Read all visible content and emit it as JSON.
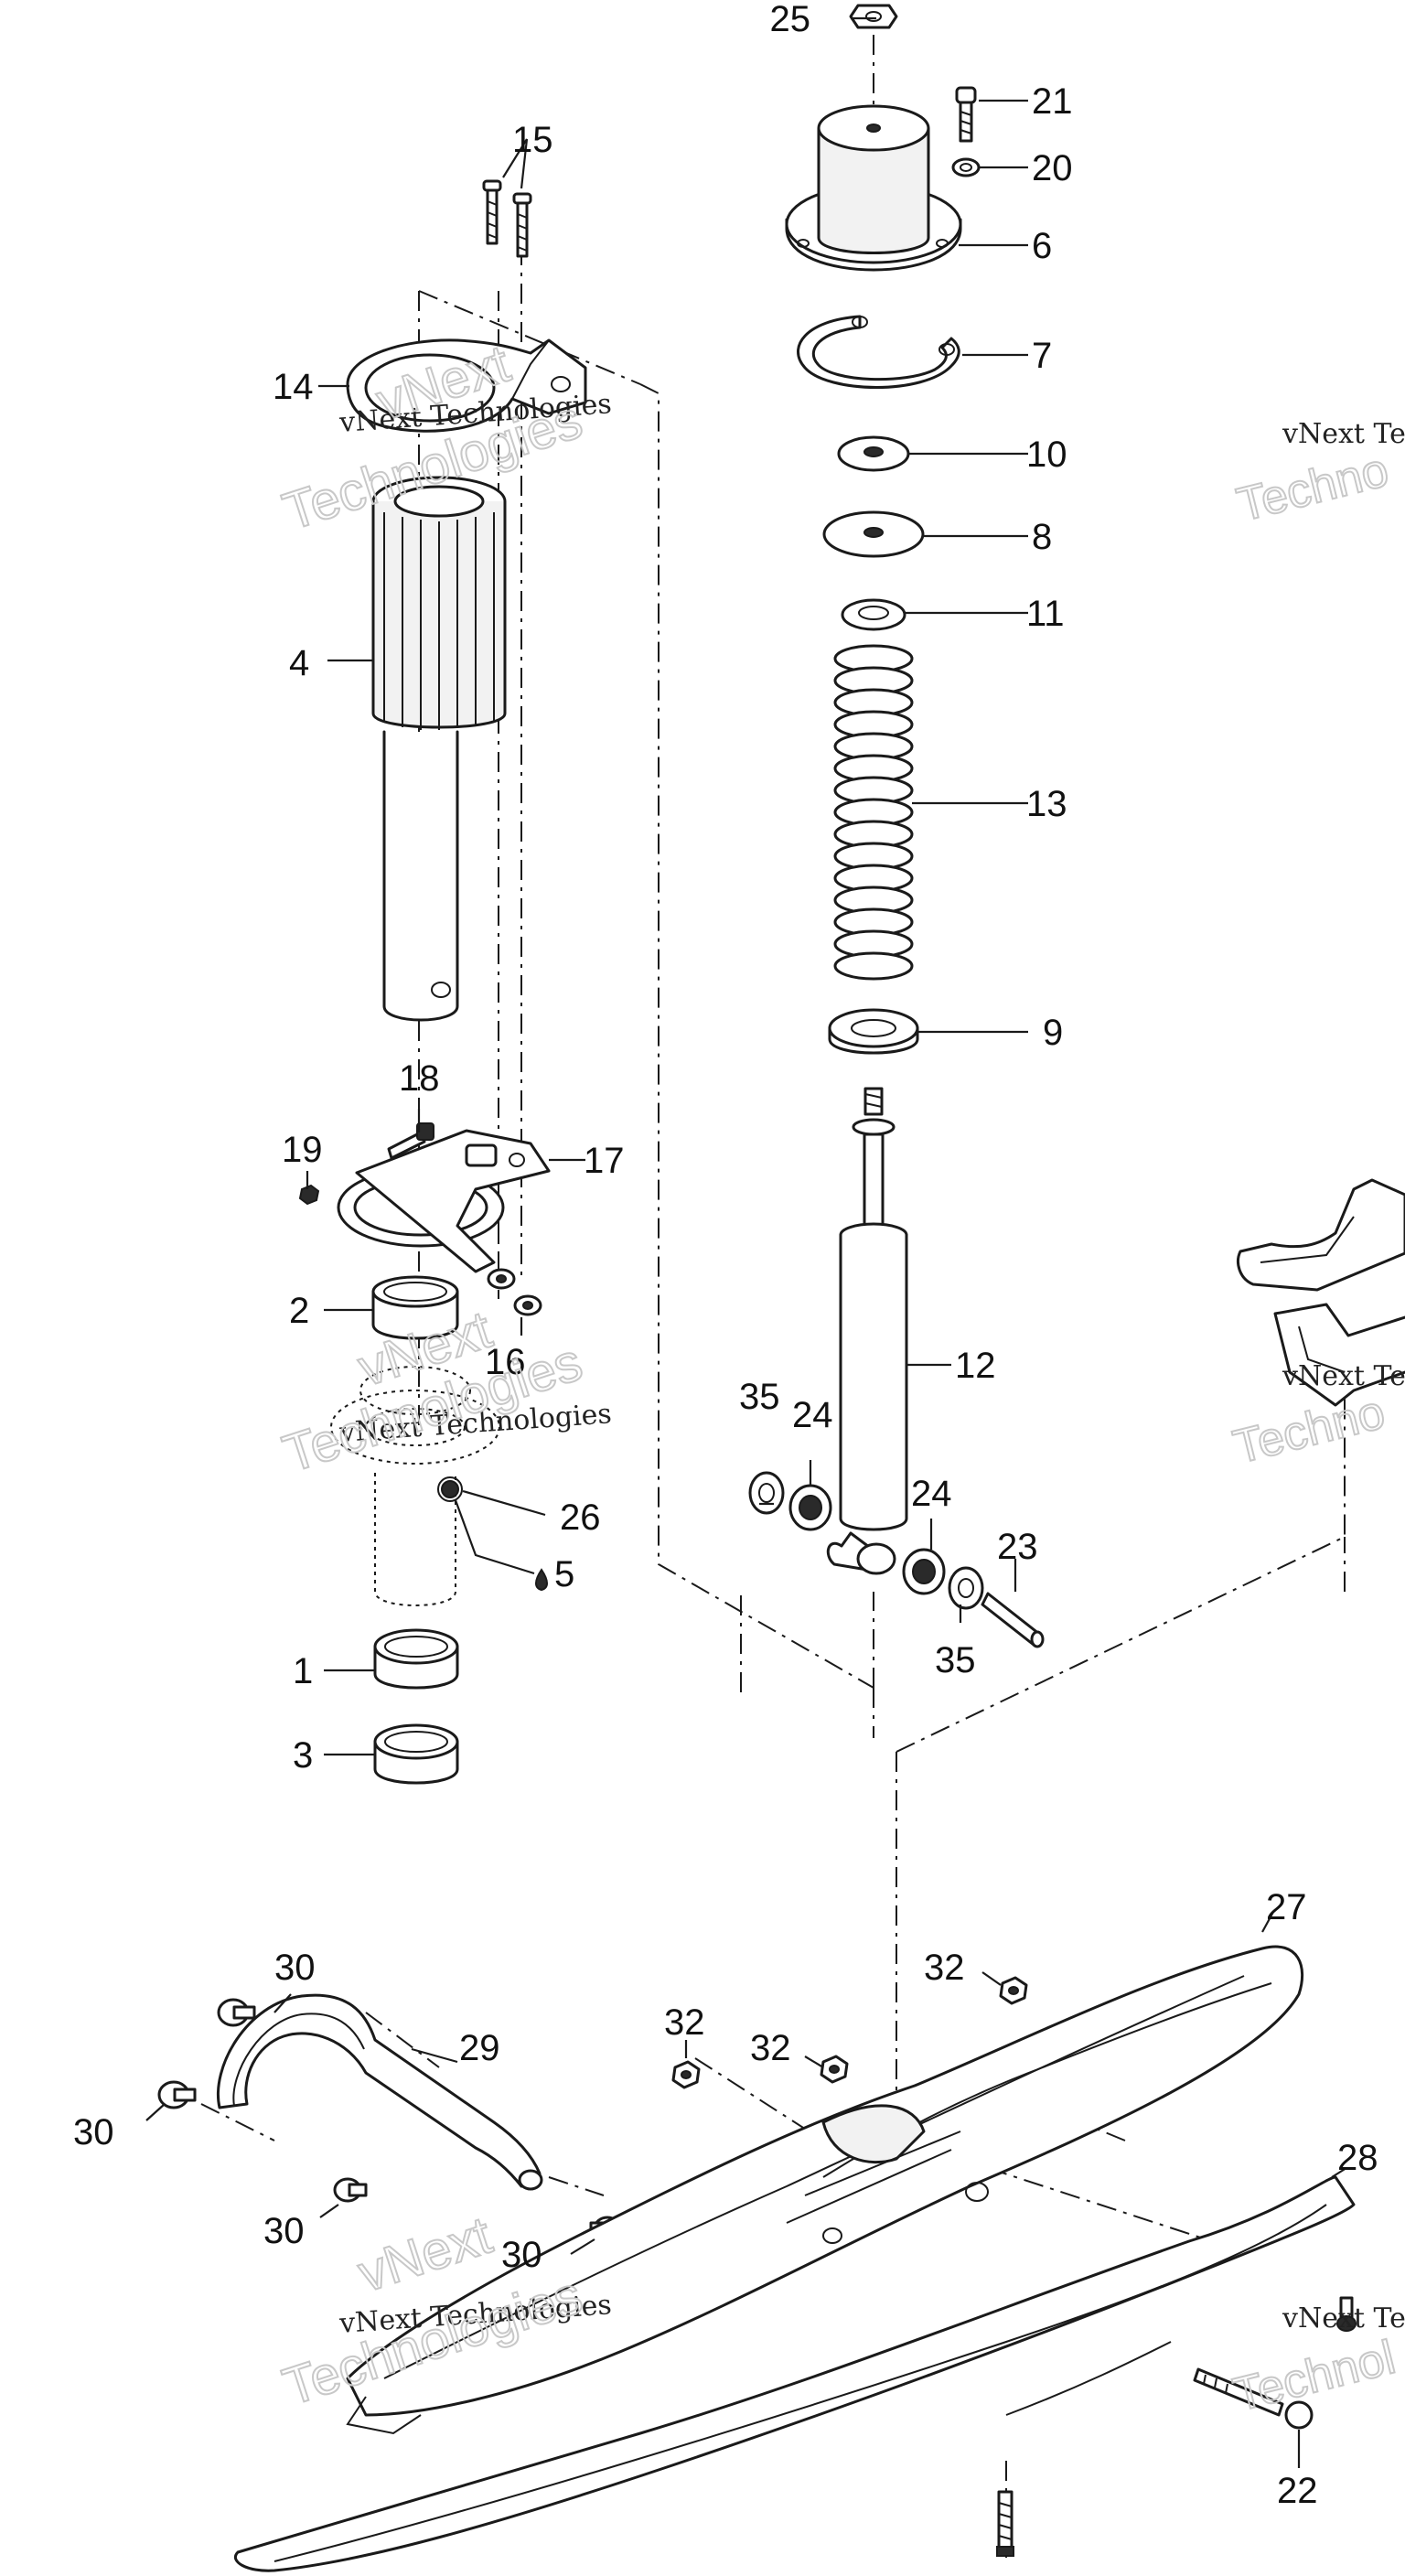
{
  "callouts": {
    "c1": "1",
    "c2": "2",
    "c3": "3",
    "c4": "4",
    "c5": "5",
    "c6": "6",
    "c7": "7",
    "c8": "8",
    "c9": "9",
    "c10": "10",
    "c11": "11",
    "c12": "12",
    "c13": "13",
    "c14": "14",
    "c15": "15",
    "c16": "16",
    "c17": "17",
    "c18": "18",
    "c19": "19",
    "c20": "20",
    "c21": "21",
    "c22": "22",
    "c23": "23",
    "c24a": "24",
    "c24b": "24",
    "c25": "25",
    "c26": "26",
    "c27": "27",
    "c28": "28",
    "c29": "29",
    "c30a": "30",
    "c30b": "30",
    "c30c": "30",
    "c30d": "30",
    "c32a": "32",
    "c32b": "32",
    "c32c": "32",
    "c35a": "35",
    "c35b": "35"
  },
  "watermark": {
    "company": "vNext Technologies",
    "brand_line1": "vNext",
    "brand_line2": "Technologies",
    "partial_company": "vNext Te",
    "partial_brand": "Techno",
    "partial_brand2": "Technol"
  },
  "icons": {
    "oil_drop": "oil-drop-icon"
  }
}
